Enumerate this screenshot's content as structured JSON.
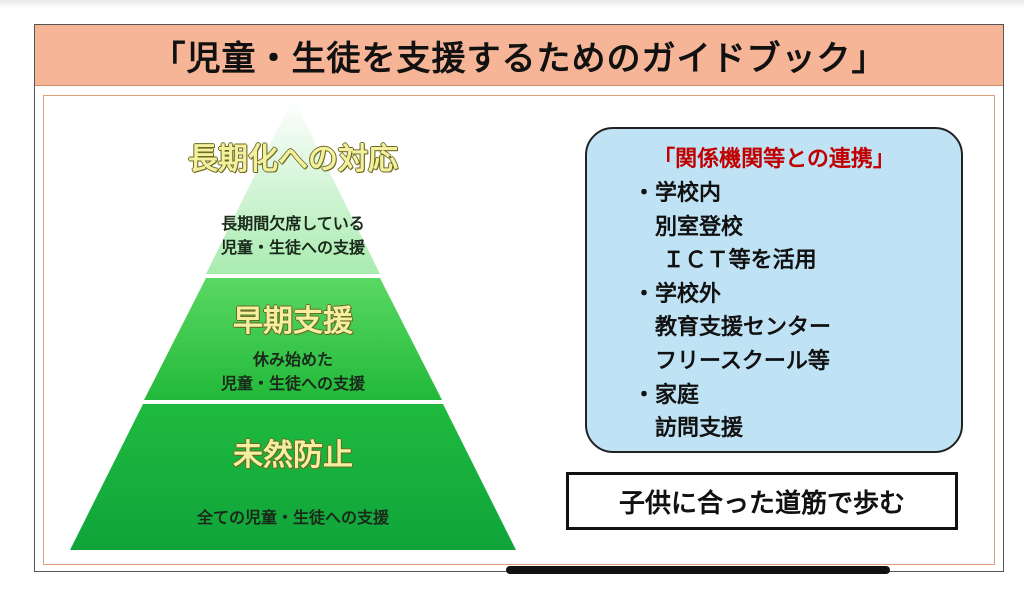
{
  "title": "「児童・生徒を支援するためのガイドブック」",
  "pyramid": {
    "tiers": [
      {
        "heading": "長期化への対応",
        "sub_lines": [
          "長期間欠席している",
          "児童・生徒への支援"
        ],
        "color": "#c9f3c9"
      },
      {
        "heading": "早期支援",
        "sub_lines": [
          "休み始めた",
          "児童・生徒への支援"
        ],
        "color": "#3ccc4c"
      },
      {
        "heading": "未然防止",
        "sub_lines": [
          "全ての児童・生徒への支援"
        ],
        "color": "#16b13a"
      }
    ]
  },
  "info_box": {
    "heading": "「関係機関等との連携」",
    "lines": [
      "・学校内",
      "　別室登校",
      "　 ＩＣＴ等を活用",
      "・学校外",
      "　教育支援センター",
      "　フリースクール等",
      "・家庭",
      "　訪問支援"
    ],
    "bg_color": "#bfe3f5",
    "heading_color": "#c00000"
  },
  "callout": "子供に合った道筋で歩む",
  "colors": {
    "title_band": "#f6b596",
    "border": "#555555"
  }
}
